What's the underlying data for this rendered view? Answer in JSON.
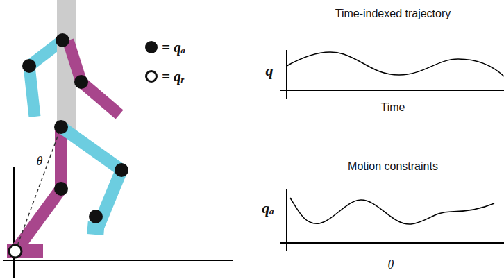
{
  "diagram": {
    "labels": [
      "θ",
      "Time-indexed trajectory",
      "q",
      "Time",
      "Motion constraints",
      "qₐ",
      "θ"
    ],
    "legend": [
      {
        "text": "= qₐ"
      },
      {
        "text": "= qᵣ"
      }
    ]
  }
}
